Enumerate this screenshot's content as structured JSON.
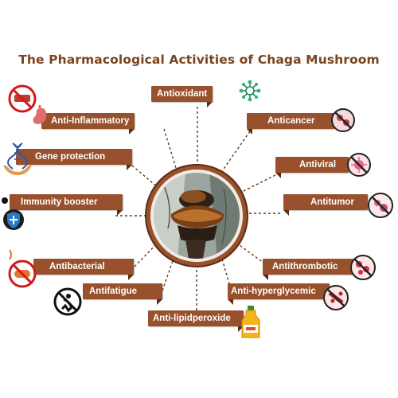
{
  "title": "The Pharmacological Activities of  Chaga Mushroom",
  "center_image": "chaga-mushroom-on-birch-bark",
  "colors": {
    "label_bg": "#98512c",
    "label_shadow": "#5e2c12",
    "title": "#7b4420",
    "connector": "#5b3a26",
    "no_symbol": "#d01a1a"
  },
  "activities": [
    {
      "label": "Antioxidant",
      "icon": "molecule-icon"
    },
    {
      "label": "Anti-Inflammatory",
      "icon": "stomach-inflammation-icon"
    },
    {
      "label": "Anticancer",
      "icon": "no-cancer-cell-icon"
    },
    {
      "label": "Gene protection",
      "icon": "dna-hands-icon"
    },
    {
      "label": "Antiviral",
      "icon": "no-virus-icon"
    },
    {
      "label": "Immunity booster",
      "icon": "immune-shield-icon"
    },
    {
      "label": "Antitumor",
      "icon": "no-tumor-icon"
    },
    {
      "label": "Antibacterial",
      "icon": "no-bacteria-icon"
    },
    {
      "label": "Antithrombotic",
      "icon": "no-blood-clot-icon"
    },
    {
      "label": "Antifatigue",
      "icon": "no-fatigue-icon"
    },
    {
      "label": "Anti-hyperglycemic",
      "icon": "no-glucose-icon"
    },
    {
      "label": "Anti-lipidperoxide",
      "icon": "oil-bottle-icon"
    }
  ]
}
